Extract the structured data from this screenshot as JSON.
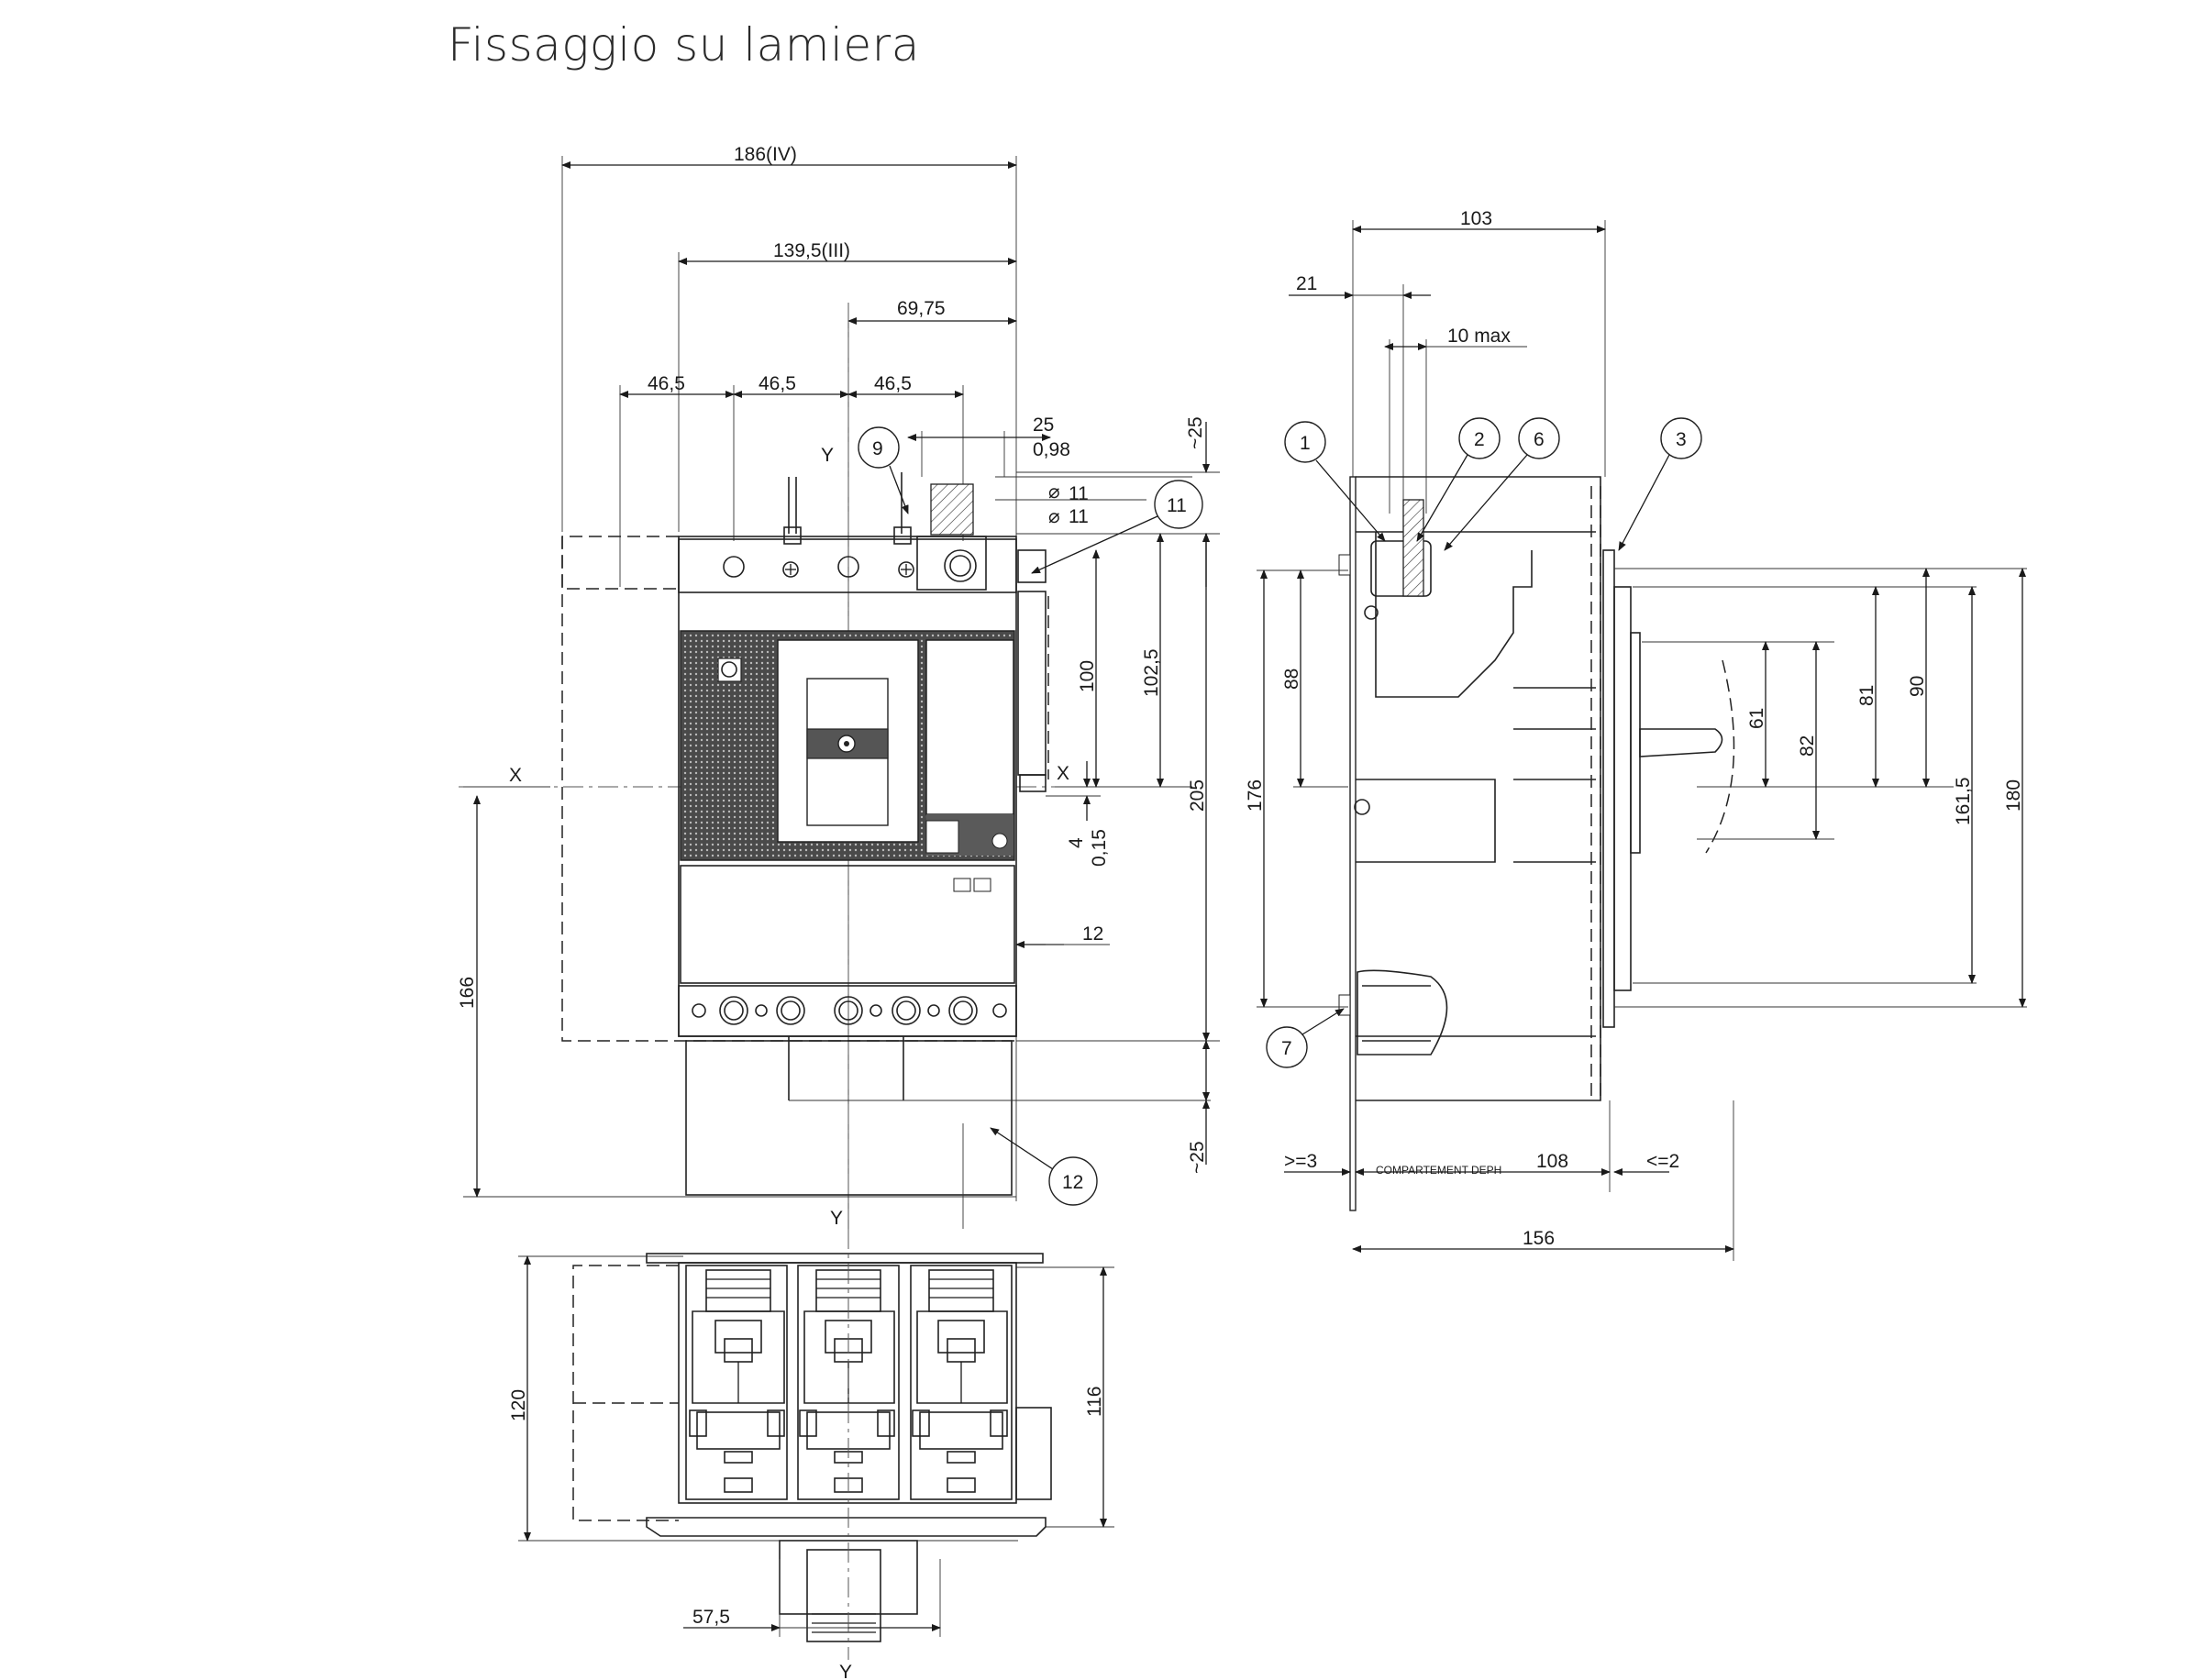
{
  "title": "Fissaggio su lamiera",
  "front_view": {
    "dims": {
      "w186": "186(IV)",
      "w139": "139,5(III)",
      "w69": "69,75",
      "p1": "46,5",
      "p2": "46,5",
      "p3": "46,5",
      "d25": "25",
      "d098": "0,98",
      "hole1": "11",
      "hole2": "11",
      "top25": "~25",
      "bot25": "~25",
      "h100": "100",
      "h1025": "102,5",
      "h205": "205",
      "h166": "166",
      "d4": "4",
      "d015": "0,15",
      "d12": "12"
    },
    "axes": {
      "y_top": "Y",
      "y_bottom": "Y",
      "x_left": "X",
      "x_right": "X"
    },
    "callouts": {
      "c9": "9",
      "c11": "11",
      "c12": "12"
    }
  },
  "side_view": {
    "dims": {
      "d103": "103",
      "d21": "21",
      "d10max": "10 max",
      "d88": "88",
      "d176": "176",
      "d61": "61",
      "d82": "82",
      "d81": "81",
      "d90": "90",
      "d1615": "161,5",
      "d180": "180",
      "ge3": ">=3",
      "depth_label": "COMPARTEMENT DEPH",
      "d108": "108",
      "le2": "<=2",
      "d156": "156"
    },
    "callouts": {
      "c1": "1",
      "c2": "2",
      "c3": "3",
      "c6": "6",
      "c7": "7"
    }
  },
  "bottom_view": {
    "dims": {
      "d120": "120",
      "d116": "116",
      "d575": "57,5"
    },
    "axes": {
      "y_bottom": "Y"
    }
  }
}
